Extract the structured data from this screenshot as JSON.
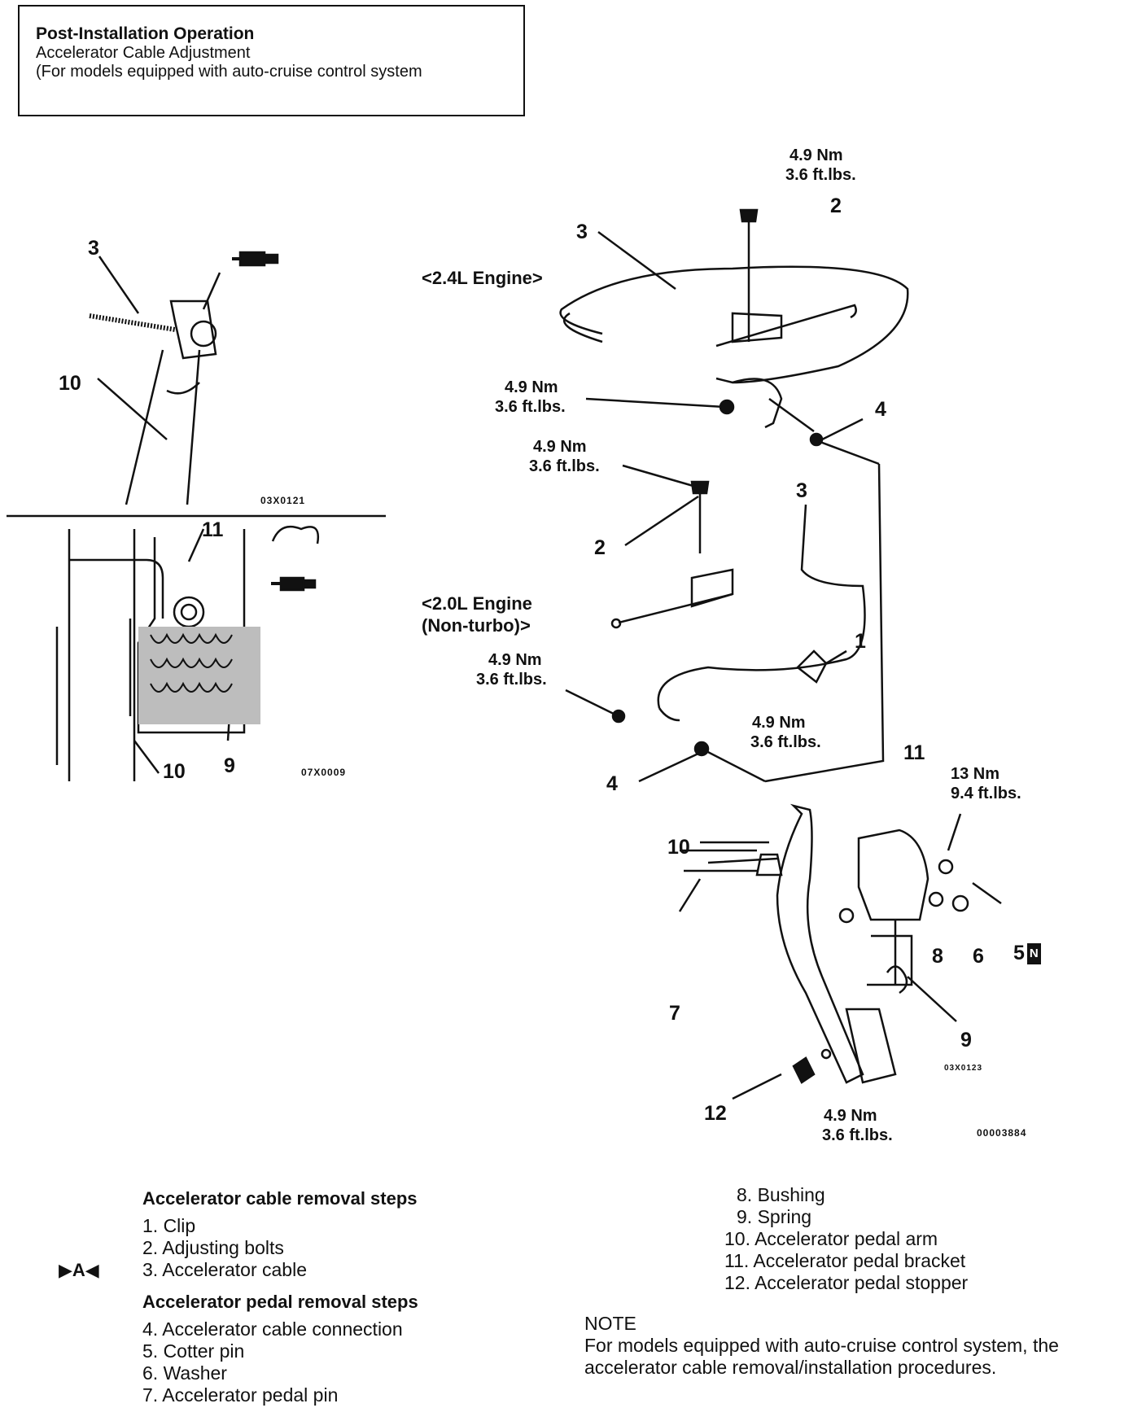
{
  "header": {
    "line1": "Post-Installation Operation",
    "line2": "Accelerator Cable Adjustment",
    "line3": "(For models equipped with auto-cruise control system"
  },
  "torque": {
    "t49_nm": "4.9 Nm",
    "t49_ft": "3.6 ft.lbs.",
    "t13_nm": "13 Nm",
    "t13_ft": "9.4 ft.lbs."
  },
  "engines": {
    "e24": "<2.4L Engine>",
    "e20_l1": "<2.0L Engine",
    "e20_l2": "(Non-turbo)>"
  },
  "codes": {
    "inset_top": "03X0121",
    "inset_bottom": "07X0009",
    "pedal": "03X0123",
    "main": "00003884"
  },
  "callouts": {
    "n1": "1",
    "n2": "2",
    "n3": "3",
    "n4": "4",
    "n5": "5",
    "n6": "6",
    "n7": "7",
    "n8": "8",
    "n9": "9",
    "n10": "10",
    "n11": "11",
    "n12": "12",
    "badge_n": "N"
  },
  "steps": {
    "cable_heading": "Accelerator cable removal steps",
    "pedal_heading": "Accelerator pedal removal steps",
    "marker": "▶A◀",
    "items": [
      "1. Clip",
      "2. Adjusting bolts",
      "3. Accelerator cable",
      "4. Accelerator cable connection",
      "5. Cotter pin",
      "6. Washer",
      "7. Accelerator pedal pin",
      "8. Bushing",
      "9. Spring",
      "10. Accelerator pedal arm",
      "11. Accelerator pedal bracket",
      "12. Accelerator pedal stopper"
    ]
  },
  "note": {
    "heading": "NOTE",
    "body": "For models equipped with auto-cruise control system, the accelerator cable removal/installation procedures."
  }
}
